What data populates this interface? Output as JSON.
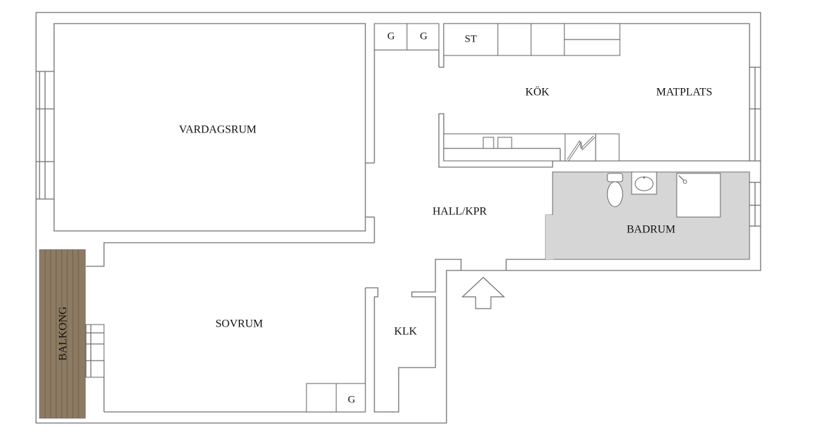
{
  "rooms": {
    "vardagsrum": "VARDAGSRUM",
    "kok": "KÖK",
    "matplats": "MATPLATS",
    "hall": "HALL/KPR",
    "badrum": "BADRUM",
    "sovrum": "SOVRUM",
    "klk": "KLK",
    "balkong": "BALKONG"
  },
  "fixtures": {
    "wardrobe_g": "G",
    "storage_st": "ST"
  },
  "colors": {
    "wall": "#6f6f6f",
    "bathroom_fill": "#d6d6d6",
    "balcony_fill": "#8c7b62"
  },
  "icons": {
    "entrance": "entrance-arrow-icon",
    "toilet": "toilet-icon",
    "sink": "sink-icon",
    "shower": "shower-icon",
    "stove": "stove-icon"
  }
}
